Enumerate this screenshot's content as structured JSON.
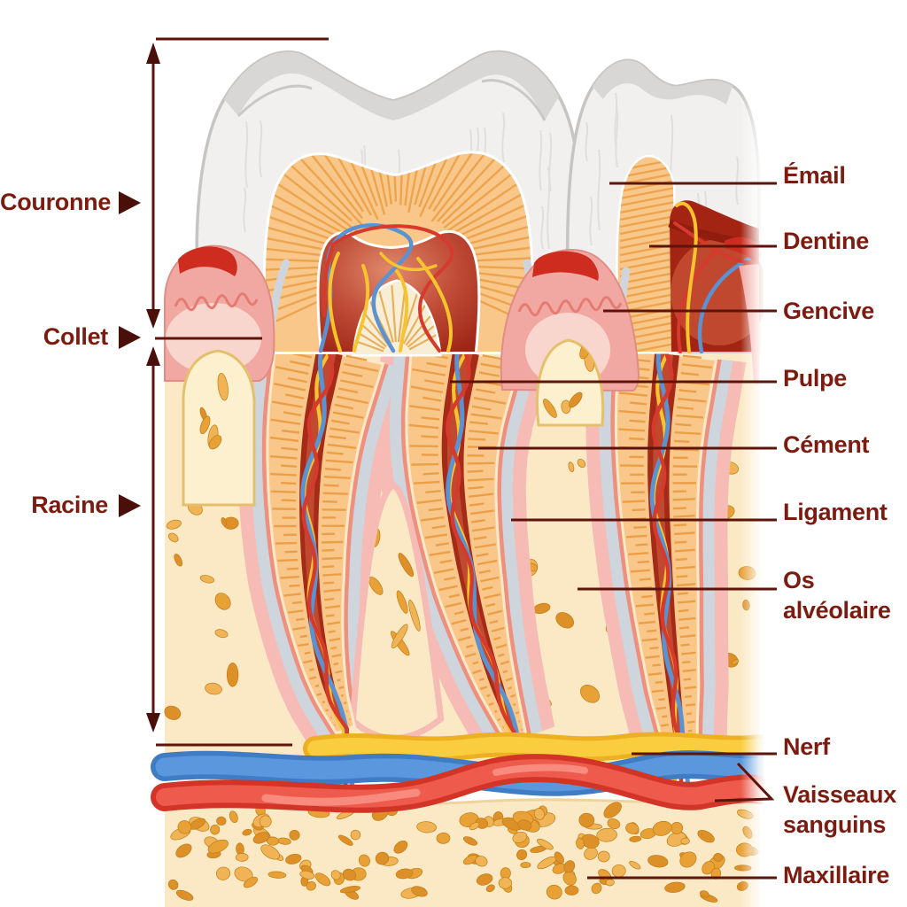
{
  "diagram": {
    "subject": "coupe-anatomique-de-la-dent",
    "left_labels": [
      {
        "id": "couronne",
        "label": "Couronne"
      },
      {
        "id": "collet",
        "label": "Collet"
      },
      {
        "id": "racine",
        "label": "Racine"
      }
    ],
    "right_labels": [
      {
        "id": "email",
        "label": "Émail"
      },
      {
        "id": "dentine",
        "label": "Dentine"
      },
      {
        "id": "gencive",
        "label": "Gencive"
      },
      {
        "id": "pulpe",
        "label": "Pulpe"
      },
      {
        "id": "cement",
        "label": "Cément"
      },
      {
        "id": "ligament",
        "label": "Ligament"
      },
      {
        "id": "os-alveolaire",
        "label": "Os alvéolaire"
      },
      {
        "id": "nerf",
        "label": "Nerf"
      },
      {
        "id": "vaisseaux-sanguins",
        "label": "Vaisseaux sanguins"
      },
      {
        "id": "maxillaire",
        "label": "Maxillaire"
      }
    ],
    "colors": {
      "background": "#ffffff",
      "label_text": "#7c1b10",
      "annotation_line": "#5e130b",
      "arrow": "#4a0f08",
      "enamel": "#f1f0ee",
      "enamel_shading": "#d8d7d5",
      "dentine": "#f9c78a",
      "dentine_stripe": "#eda44e",
      "pulp_dark": "#9c2113",
      "pulp_light": "#d96a50",
      "cement": "#ef8f7d",
      "ligament": "#ced5dc",
      "socket_pink": "#f5bbb4",
      "gum_pink": "#f2a8a2",
      "gum_red": "#ce2c1e",
      "gum_light": "#f9d6cd",
      "bone_cream": "#fbe9c6",
      "bone_spot": "#e8a136",
      "nerve_yellow": "#f9c832",
      "vein_blue": "#5590d6",
      "artery_red": "#e8463a"
    }
  }
}
